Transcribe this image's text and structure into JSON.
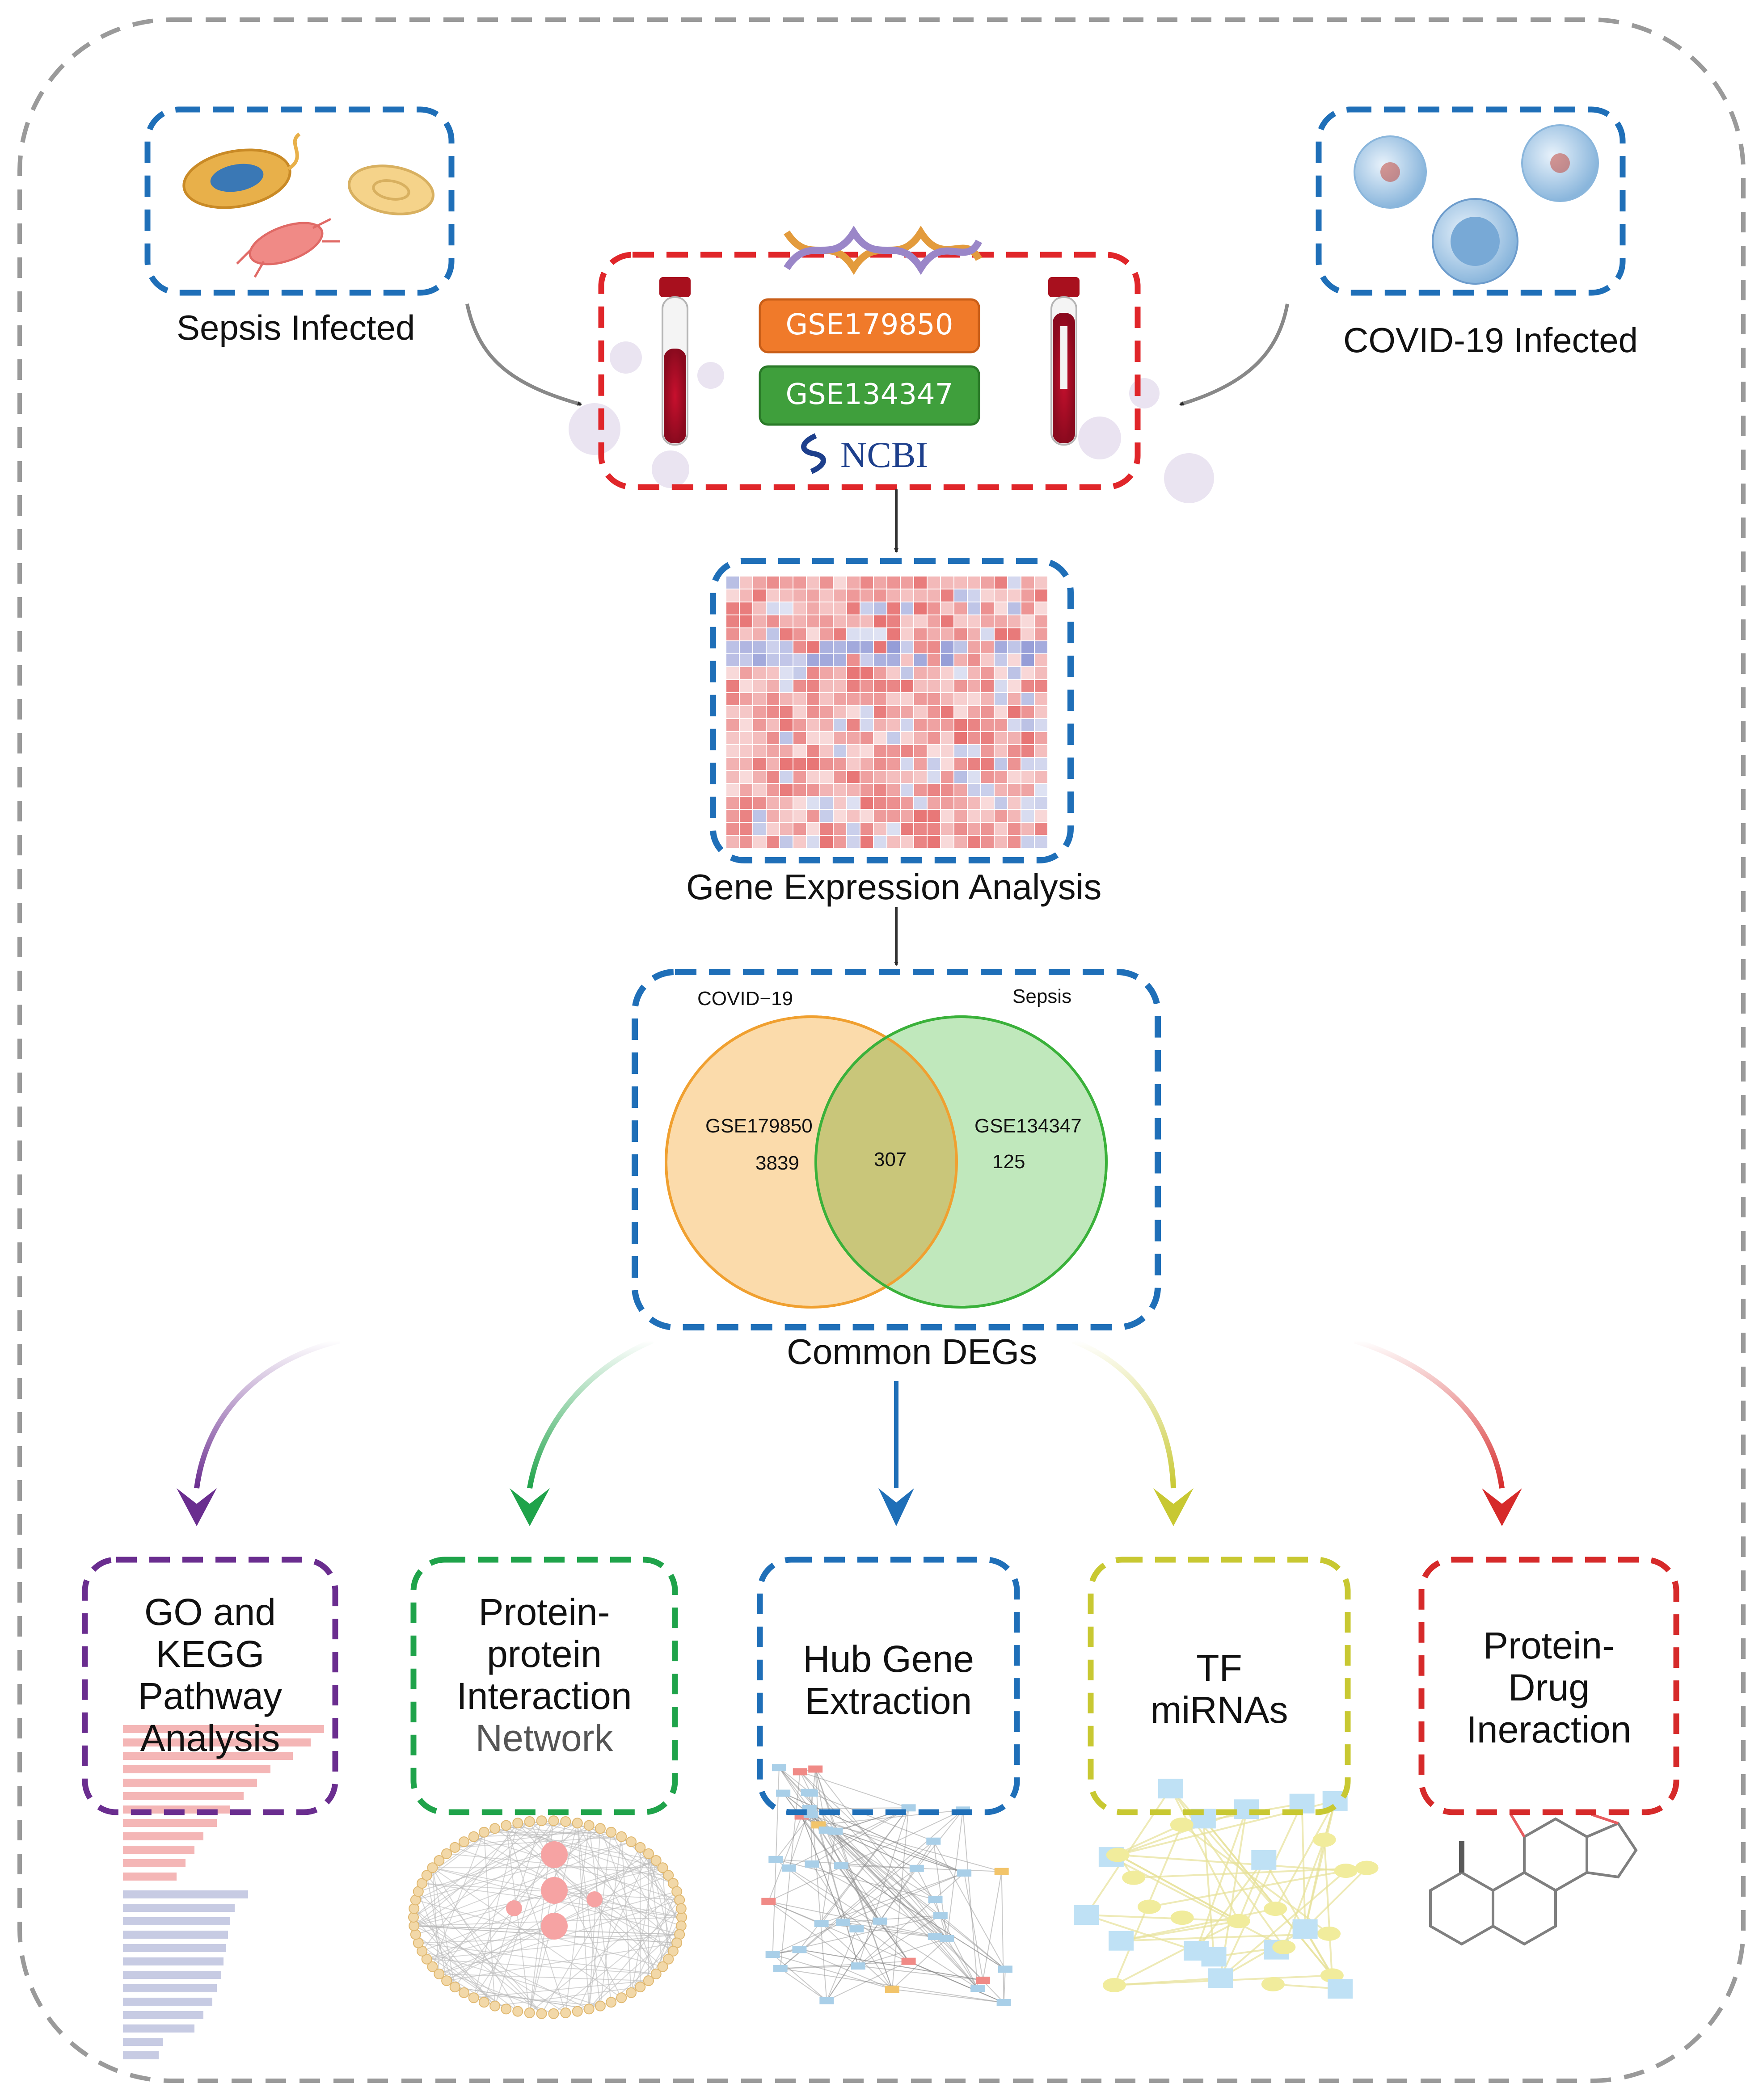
{
  "sources": {
    "sepsis_label": "Sepsis Infected",
    "covid_label": "COVID-19  Infected"
  },
  "datasets": {
    "gse1": "GSE179850",
    "gse2": "GSE134347",
    "ncbi": "NCBI",
    "colors": {
      "gse1": "#f07a2a",
      "gse2": "#3f9f3c",
      "ncbi": "#1d3f8c"
    }
  },
  "steps": {
    "gene_expression": "Gene Expression Analysis",
    "common_degs": "Common DEGs"
  },
  "venn": {
    "left_title": "COVID−19",
    "right_title": "Sepsis",
    "left_dataset": "GSE179850",
    "left_count": "3839",
    "overlap_count": "307",
    "right_dataset": "GSE134347",
    "right_count": "125"
  },
  "analyses": [
    {
      "line1": "GO and",
      "line2": "KEGG",
      "line3": "Pathway",
      "line4": "Analysis",
      "color": "#6a2d8f"
    },
    {
      "line1": "Protein-",
      "line2": "protein",
      "line3": "Interaction",
      "line4": "Network",
      "color": "#1fa34a"
    },
    {
      "line1": "Hub Gene",
      "line2": "Extraction",
      "color": "#1f6fb8"
    },
    {
      "line1": "TF",
      "line2": "miRNAs",
      "color": "#c8c832"
    },
    {
      "line1": "Protein-",
      "line2": "Drug",
      "line3": "Ineraction",
      "color": "#d62a2a"
    }
  ],
  "colors": {
    "outer_border": "#9a9a9a",
    "blue_box": "#1f6fb8",
    "red_box": "#e0262a",
    "venn_left": "#fbd9a6",
    "venn_right": "#b5e4b0"
  }
}
